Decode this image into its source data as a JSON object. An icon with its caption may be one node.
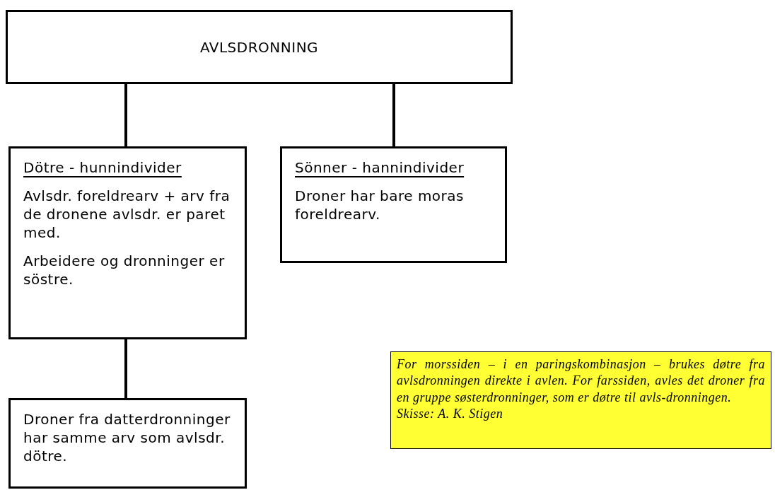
{
  "diagram": {
    "nodes": [
      {
        "text": [
          "AVLSDRONNING"
        ]
      },
      {
        "text": [
          "Dötre - hunnindivider",
          "Avlsdr. foreldrearv + arv fra de dronene avlsdr. er paret med.",
          "Arbeidere og dronninger er söstre."
        ]
      },
      {
        "text": [
          "Sönner - hannindivider",
          "Droner har bare moras foreldrearv."
        ]
      },
      {
        "text": [
          "Droner fra datterdronninger har samme arv som avlsdr. dötre."
        ]
      },
      {
        "text": [
          "For morssiden – i en paringskombinasjon – brukes døtre fra avlsdronningen direkte i avlen. For farssiden, avles det droner fra en gruppe søsterdronninger, som er døtre til avls-dronningen.",
          "Skisse: A. K. Stigen"
        ]
      }
    ],
    "edges": [
      {
        "from": 0,
        "to": 1,
        "arrow": "none"
      },
      {
        "from": 0,
        "to": 2,
        "arrow": "none"
      },
      {
        "from": 1,
        "to": 3,
        "arrow": "none"
      }
    ]
  }
}
